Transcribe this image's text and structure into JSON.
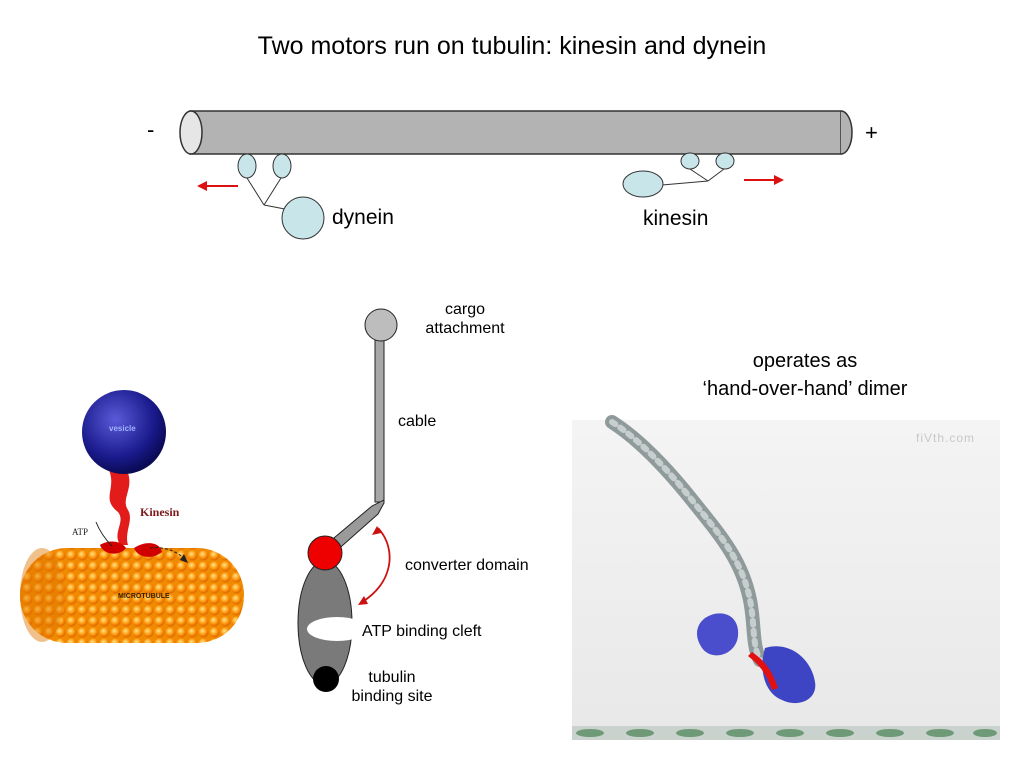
{
  "title": "Two motors run on tubulin: kinesin and dynein",
  "microtubule_top": {
    "minus_end": "-",
    "plus_end": "+",
    "dynein_label": "dynein",
    "kinesin_label": "kinesin"
  },
  "illustration_left": {
    "vesicle_label": "vesicle",
    "kinesin_label": "Kinesin",
    "atp_label": "ATP",
    "microtubule_label": "MICROTUBULE"
  },
  "schematic": {
    "cargo_line1": "cargo",
    "cargo_line2": "attachment",
    "cable": "cable",
    "converter": "converter domain",
    "atp_cleft": "ATP binding cleft",
    "tubulin_line1": "tubulin",
    "tubulin_line2": "binding site"
  },
  "animation": {
    "caption_line1": "operates as",
    "caption_line2": "‘hand-over-hand’ dimer",
    "watermark": "fiVth.com"
  },
  "colors": {
    "motor_head": "#c8e6ea",
    "arrow": "#dd1111",
    "microtubule": "#b3b3b3",
    "converter": "#ee0000"
  }
}
